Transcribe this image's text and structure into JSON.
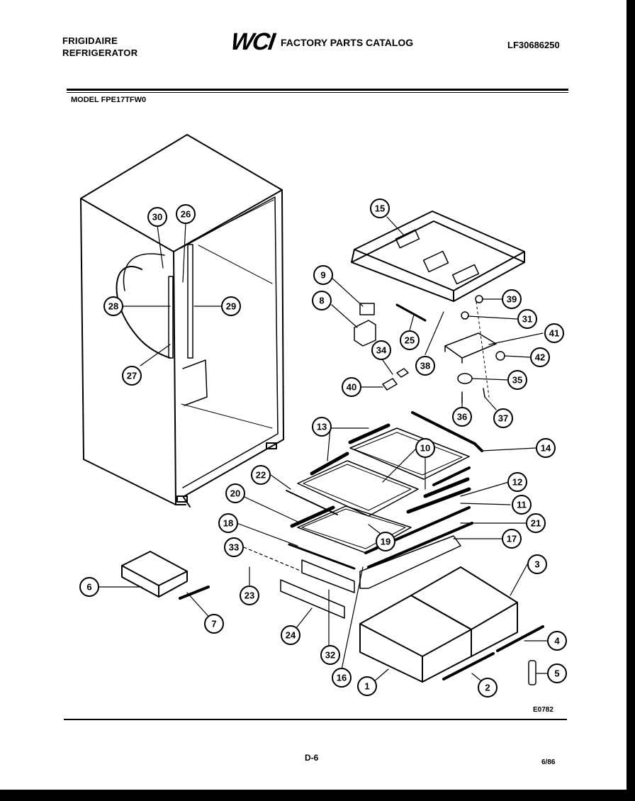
{
  "header": {
    "brand_line1": "FRIGIDAIRE",
    "brand_line2": "REFRIGERATOR",
    "logo_text": "WCI",
    "catalog_title": "FACTORY PARTS CATALOG",
    "part_number": "LF30686250"
  },
  "model_label": "MODEL FPE17TFW0",
  "diagram": {
    "callouts": [
      "30",
      "26",
      "28",
      "29",
      "27",
      "15",
      "9",
      "8",
      "39",
      "31",
      "25",
      "38",
      "41",
      "42",
      "34",
      "35",
      "40",
      "36",
      "37",
      "13",
      "10",
      "14",
      "22",
      "12",
      "20",
      "11",
      "18",
      "21",
      "19",
      "17",
      "33",
      "3",
      "6",
      "23",
      "7",
      "24",
      "32",
      "16",
      "4",
      "1",
      "2",
      "5"
    ]
  },
  "footer": {
    "drawing_code": "E0782",
    "page_number": "D-6",
    "date": "6/86"
  }
}
